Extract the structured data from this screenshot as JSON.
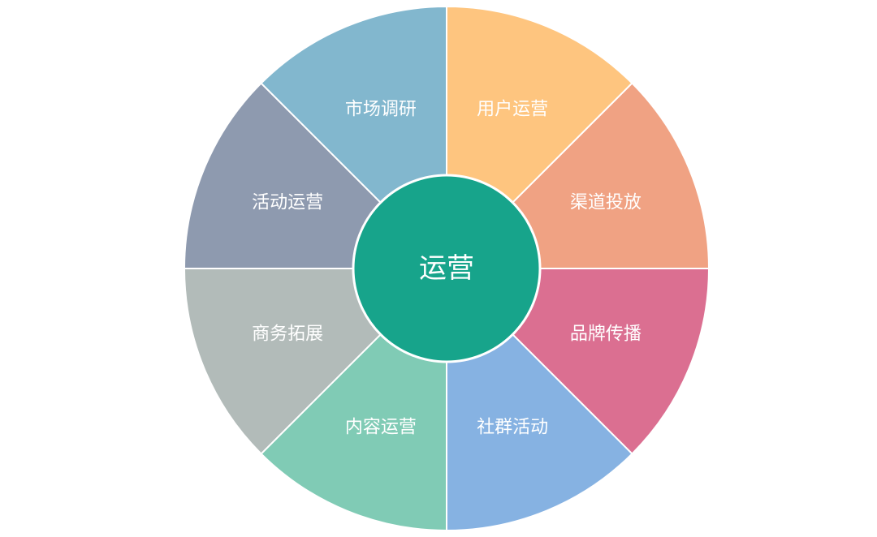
{
  "center": {
    "label": "运营",
    "color": "#17a48b"
  },
  "segments": [
    {
      "label": "用户运营",
      "color": "#fec57f"
    },
    {
      "label": "渠道投放",
      "color": "#f0a283"
    },
    {
      "label": "品牌传播",
      "color": "#db6f91"
    },
    {
      "label": "社群活动",
      "color": "#86b2e2"
    },
    {
      "label": "内容运营",
      "color": "#80cbb5"
    },
    {
      "label": "商务拓展",
      "color": "#b2bbb9"
    },
    {
      "label": "活动运营",
      "color": "#8e9aaf"
    },
    {
      "label": "市场调研",
      "color": "#82b7ce"
    }
  ]
}
